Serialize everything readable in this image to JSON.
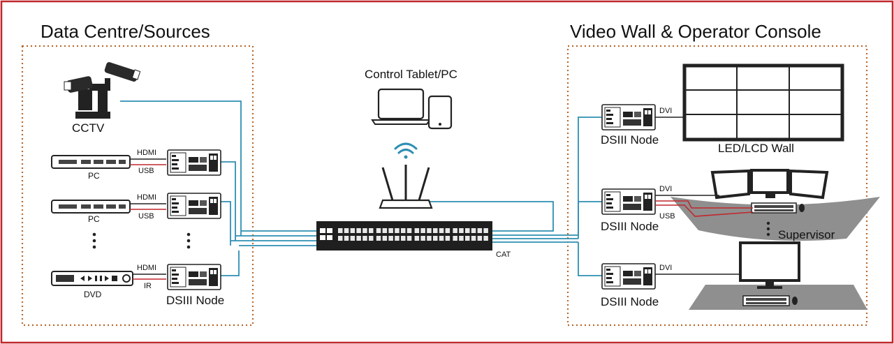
{
  "left_section": {
    "title": "Data Centre/Sources"
  },
  "right_section": {
    "title": "Video Wall & Operator Console"
  },
  "labels": {
    "cctv": "CCTV",
    "pc1": "PC",
    "pc2": "PC",
    "dvd": "DVD",
    "hdmi1": "HDMI",
    "usb1": "USB",
    "hdmi2": "HDMI",
    "usb2": "USB",
    "hdmi3": "HDMI",
    "ir": "IR",
    "node_left": "DSIII Node",
    "control": "Control Tablet/PC",
    "cat": "CAT",
    "dvi1": "DVI",
    "node_r1": "DSIII Node",
    "wall": "LED/LCD Wall",
    "dvi2": "DVI",
    "usb3": "USB",
    "node_r2": "DSIII Node",
    "supervisor": "Supervisor",
    "dvi3": "DVI",
    "node_r3": "DSIII Node"
  },
  "colors": {
    "border": "#c0272d",
    "dotted": "#b7692d",
    "network": "#2e8fb3",
    "device": "#2a2a2a",
    "usb": "#c0272d"
  }
}
